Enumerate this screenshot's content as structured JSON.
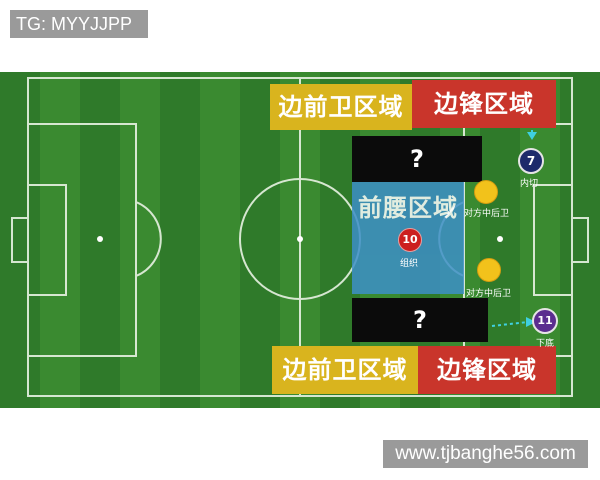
{
  "watermarks": {
    "top_left": "TG: MYYJJPP",
    "bottom_right": "www.tjbanghe56.com"
  },
  "zones": {
    "top_wing_back": "边前卫区域",
    "top_winger": "边锋区域",
    "top_unknown": "?",
    "attacking_mid": "前腰区域",
    "bottom_unknown": "?",
    "bottom_wing_back": "边前卫区域",
    "bottom_winger": "边锋区域"
  },
  "players": {
    "p7": {
      "number": "7",
      "label": "内切"
    },
    "p10": {
      "number": "10",
      "label": "组织"
    },
    "p11": {
      "number": "11",
      "label": "下底"
    },
    "cb_top": {
      "label": "对方中后卫"
    },
    "cb_bottom": {
      "label": "对方中后卫"
    }
  },
  "colors": {
    "grass_dark": "#2f7a2a",
    "grass_light": "#3f8f34",
    "yellow_zone": "#d9b41e",
    "red_zone": "#c9352b",
    "blue_zone": "#3d8fc7",
    "player_red": "#cc1f1f",
    "player_navy": "#1d2a6b",
    "player_purple": "#5b2d8f",
    "opponent_yellow": "#f2c21b",
    "arrow_cyan": "#3fd0e0"
  }
}
